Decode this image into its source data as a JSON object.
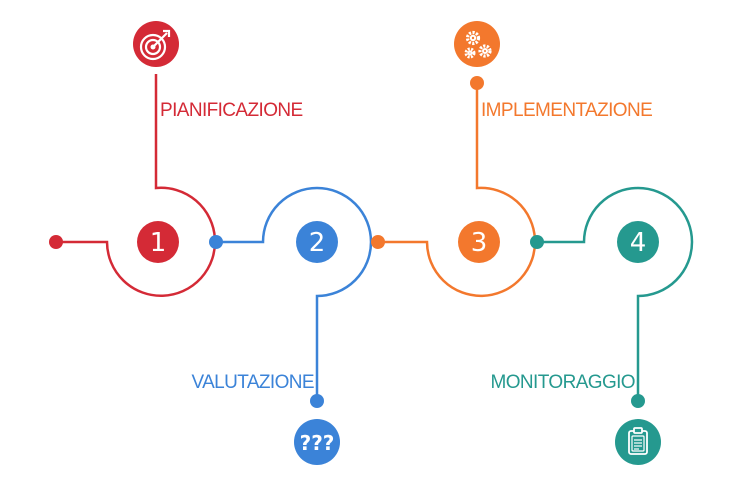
{
  "colors": {
    "step1": "#d42a36",
    "step2": "#3b83d8",
    "step3": "#f3782d",
    "step4": "#25998f",
    "background": "#ffffff"
  },
  "steps": [
    {
      "number": "1",
      "label": "PIANIFICAZIONE",
      "icon": "target-icon"
    },
    {
      "number": "2",
      "label": "VALUTAZIONE",
      "icon": "question-marks-icon",
      "icon_text": "???"
    },
    {
      "number": "3",
      "label": "IMPLEMENTAZIONE",
      "icon": "gears-icon"
    },
    {
      "number": "4",
      "label": "MONITORAGGIO",
      "icon": "clipboard-icon"
    }
  ]
}
